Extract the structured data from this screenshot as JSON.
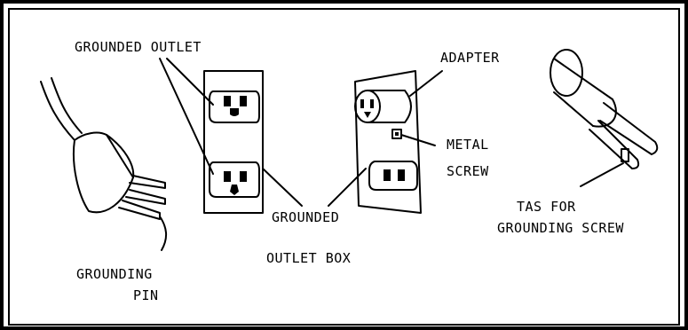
{
  "labels": {
    "grounded_outlet": "GROUNDED OUTLET",
    "adapter": "ADAPTER",
    "metal": "METAL",
    "screw": "SCREW",
    "tas_for": "TAS FOR",
    "grounding_screw": "GROUNDING SCREW",
    "grounded": "GROUNDED",
    "outlet_box": "OUTLET BOX",
    "grounding": "GROUNDING",
    "pin": "PIN"
  }
}
